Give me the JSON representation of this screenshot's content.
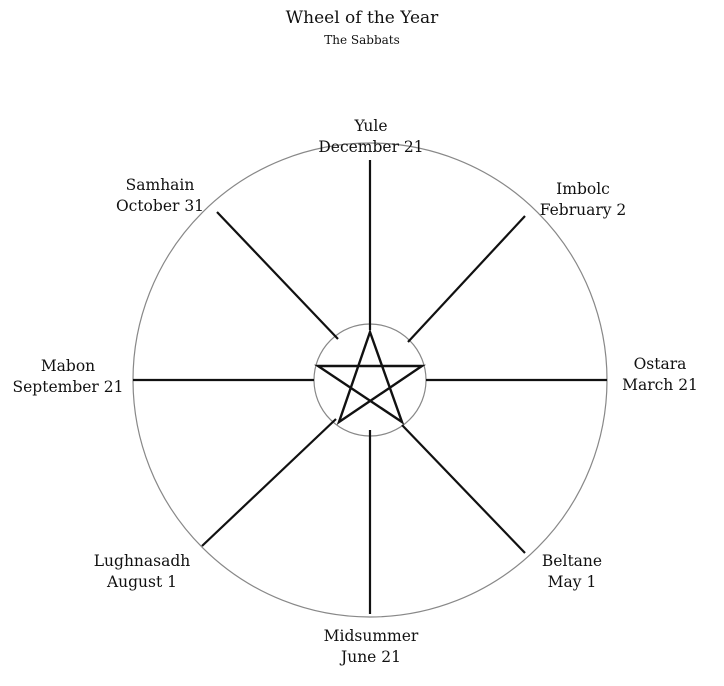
{
  "title": "Wheel of the Year",
  "subtitle": "The Sabbats",
  "sabbats": [
    {
      "name": "Yule",
      "date": "December 21"
    },
    {
      "name": "Imbolc",
      "date": "February 2"
    },
    {
      "name": "Ostara",
      "date": "March 21"
    },
    {
      "name": "Beltane",
      "date": "May 1"
    },
    {
      "name": "Midsummer",
      "date": "June 21"
    },
    {
      "name": "Lughnasadh",
      "date": "August 1"
    },
    {
      "name": "Mabon",
      "date": "September 21"
    },
    {
      "name": "Samhain",
      "date": "October 31"
    }
  ],
  "colors": {
    "ink": "#111111",
    "outline": "#888888"
  },
  "center_symbol": "pentagram-icon"
}
